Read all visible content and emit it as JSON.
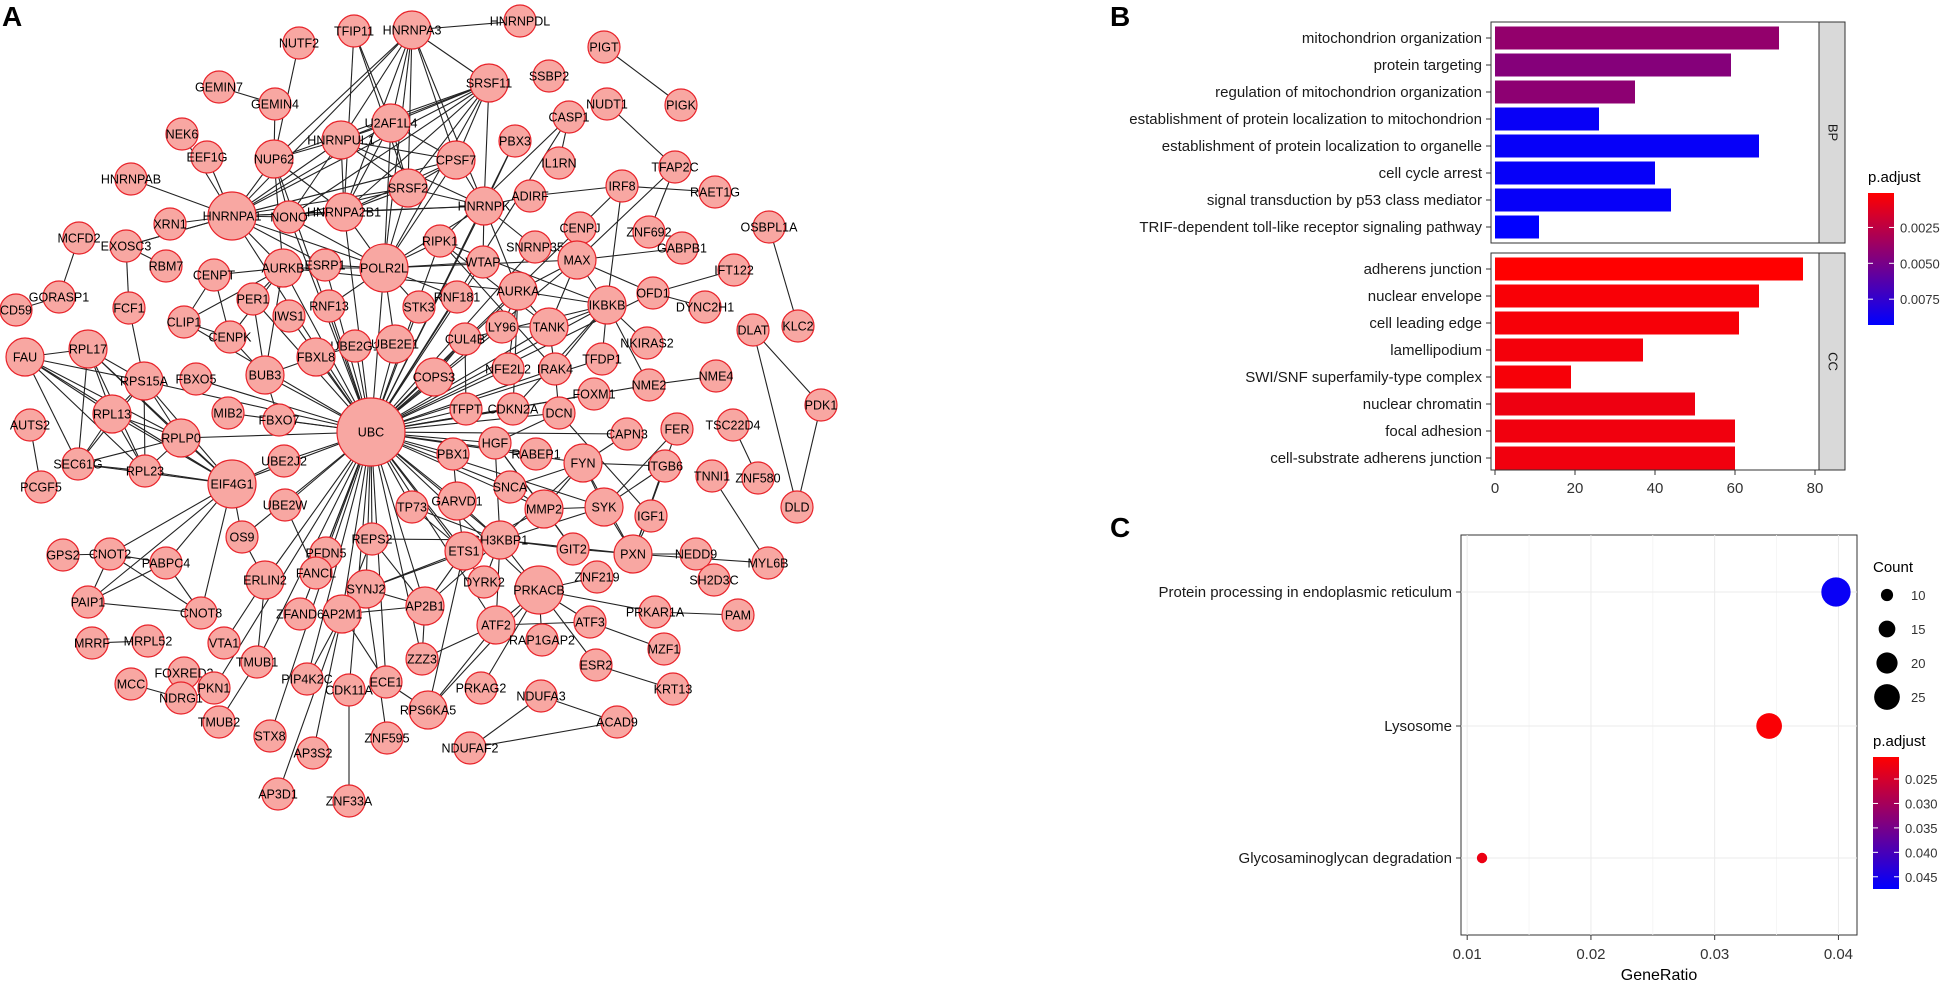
{
  "panel_labels": [
    "A",
    "B",
    "C"
  ],
  "chart_data": [
    {
      "type": "network",
      "panel": "A",
      "node_fill": "#f8a7a2",
      "node_stroke": "#e8232a",
      "edge_color": "#222222",
      "nodes": [
        "HNRNPA3",
        "HNRNPDL",
        "TFIP11",
        "NUTF2",
        "SRSF11",
        "SSBP2",
        "PIGT",
        "GEMIN7",
        "GEMIN4",
        "U2AF1L4",
        "NUDT1",
        "PIGK",
        "NEK6",
        "HNRNPUL1",
        "PBX3",
        "CASP1",
        "EEF1G",
        "NUP62",
        "CPSF7",
        "IL1RN",
        "TFAP2C",
        "HNRNPAB",
        "SRSF2",
        "ADIRF",
        "IRF8",
        "RAET1G",
        "HNRNPA1",
        "NONO",
        "HNRNPA2B1",
        "HNRNPK",
        "CENPJ",
        "XRN1",
        "ZNF692",
        "OSBPL1A",
        "MCFD2",
        "EXOSC3",
        "RIPK1",
        "SNRNP35",
        "GABPB1",
        "RBM7",
        "AURKB",
        "ESRP1",
        "POLR2L",
        "WTAP",
        "MAX",
        "IFT122",
        "CENPT",
        "GORASP1",
        "FCF1",
        "PER1",
        "RNF181",
        "AURKA",
        "OFD1",
        "DYNC2H1",
        "CD59",
        "CLIP1",
        "IWS1",
        "RNF13",
        "STK3",
        "IKBKB",
        "DLAT",
        "KLC2",
        "CENPK",
        "LY96",
        "TANK",
        "FAU",
        "RPL17",
        "UBE2G1",
        "UBE2E1",
        "CUL4B",
        "NKIRAS2",
        "BUB3",
        "FBXL8",
        "NFE2L2",
        "TFDP1",
        "RPS15A",
        "FBXO5",
        "IRAK4",
        "NME2",
        "NME4",
        "MIB2",
        "COPS3",
        "FOXM1",
        "PDK1",
        "RPL13",
        "FBXO7",
        "TFPT",
        "CDKN2A",
        "DCN",
        "TSC22D4",
        "AUTS2",
        "RPLP0",
        "UBC",
        "CAPN3",
        "FER",
        "HGF",
        "RABEP1",
        "SEC61G",
        "RPL23",
        "UBE2J2",
        "PBX1",
        "FYN",
        "ITGB6",
        "TNNI1",
        "ZNF580",
        "EIF4G1",
        "PCGF5",
        "SNCA",
        "DLD",
        "UBE2W",
        "GARVD1",
        "TP73",
        "MMP2",
        "SYK",
        "IGF1",
        "NEDD9",
        "GPS2",
        "CNOT2",
        "PABPC4",
        "PFDN5",
        "REPS2",
        "SH3KBP1",
        "MYL6B",
        "OS9",
        "FANCL",
        "ETS1",
        "GIT2",
        "PXN",
        "SH2D3C",
        "PAIP1",
        "CNOT8",
        "ERLIN2",
        "SYNJ2",
        "ZNF219",
        "DYRK2",
        "PRKACB",
        "MRRF",
        "MRPL52",
        "VTA1",
        "ZFAND6",
        "AP2B1",
        "PRKAR1A",
        "PAM",
        "ATF3",
        "MCC",
        "FOXRED2",
        "TMUB1",
        "AP2M1",
        "ATF2",
        "RAP1GAP2",
        "MZF1",
        "PKN1",
        "ZZZ3",
        "ESR2",
        "NDRG1",
        "PIP4K2C",
        "ECE1",
        "CDK11A",
        "RPS6KA5",
        "PRKAG2",
        "NDUFA3",
        "KRT13",
        "ACAD9",
        "TMUB2",
        "STX8",
        "AP3S2",
        "ZNF595",
        "NDUFAF2",
        "AP3D1",
        "ZNF33A"
      ]
    },
    {
      "type": "bar",
      "orientation": "horizontal",
      "panel": "B",
      "facets": [
        "BP",
        "CC"
      ],
      "xlim": [
        0,
        80
      ],
      "xticks": [
        0,
        20,
        40,
        60,
        80
      ],
      "legend": {
        "title": "p.adjust",
        "ticks": [
          "0.0025",
          "0.0050",
          "0.0075"
        ],
        "range": [
          0.0001,
          0.0093
        ],
        "high_color": "#ff0000",
        "low_color": "#0000ff"
      },
      "groups": [
        {
          "facet": "BP",
          "categories": [
            "mitochondrion organization",
            "protein targeting",
            "regulation of mitochondrion organization",
            "establishment of protein localization to mitochondrion",
            "establishment of protein localization to organelle",
            "cell cycle arrest",
            "signal transduction by p53 class mediator",
            "TRIF-dependent toll-like receptor signaling pathway"
          ],
          "values": [
            71,
            59,
            35,
            26,
            66,
            40,
            44,
            11
          ],
          "p_adjust": [
            0.004,
            0.0045,
            0.0042,
            0.009,
            0.0091,
            0.0091,
            0.0091,
            0.0093
          ]
        },
        {
          "facet": "CC",
          "categories": [
            "adherens junction",
            "nuclear envelope",
            "cell leading edge",
            "lamellipodium",
            "SWI/SNF superfamily-type complex",
            "nuclear chromatin",
            "focal adhesion",
            "cell-substrate adherens junction"
          ],
          "values": [
            77,
            66,
            61,
            37,
            19,
            50,
            60,
            60
          ],
          "p_adjust": [
            0.0001,
            0.0003,
            0.0004,
            0.0005,
            0.0004,
            0.0007,
            0.0006,
            0.0006
          ]
        }
      ]
    },
    {
      "type": "scatter",
      "panel": "C",
      "xlabel": "GeneRatio",
      "xlim": [
        0.0095,
        0.0415
      ],
      "xticks": [
        "0.01",
        "0.02",
        "0.03",
        "0.04"
      ],
      "categories": [
        "Protein processing in endoplasmic reticulum",
        "Lysosome",
        "Glycosaminoglycan degradation"
      ],
      "x": [
        0.0398,
        0.0344,
        0.0112
      ],
      "count": [
        29,
        25,
        8
      ],
      "p_adjust": [
        0.0465,
        0.021,
        0.0225
      ],
      "size_legend": {
        "title": "Count",
        "values": [
          10,
          15,
          20,
          25
        ]
      },
      "color_legend": {
        "title": "p.adjust",
        "ticks": [
          "0.025",
          "0.030",
          "0.035",
          "0.040",
          "0.045"
        ],
        "range": [
          0.0205,
          0.0475
        ],
        "high_color": "#ff0000",
        "low_color": "#0000ff"
      }
    }
  ]
}
